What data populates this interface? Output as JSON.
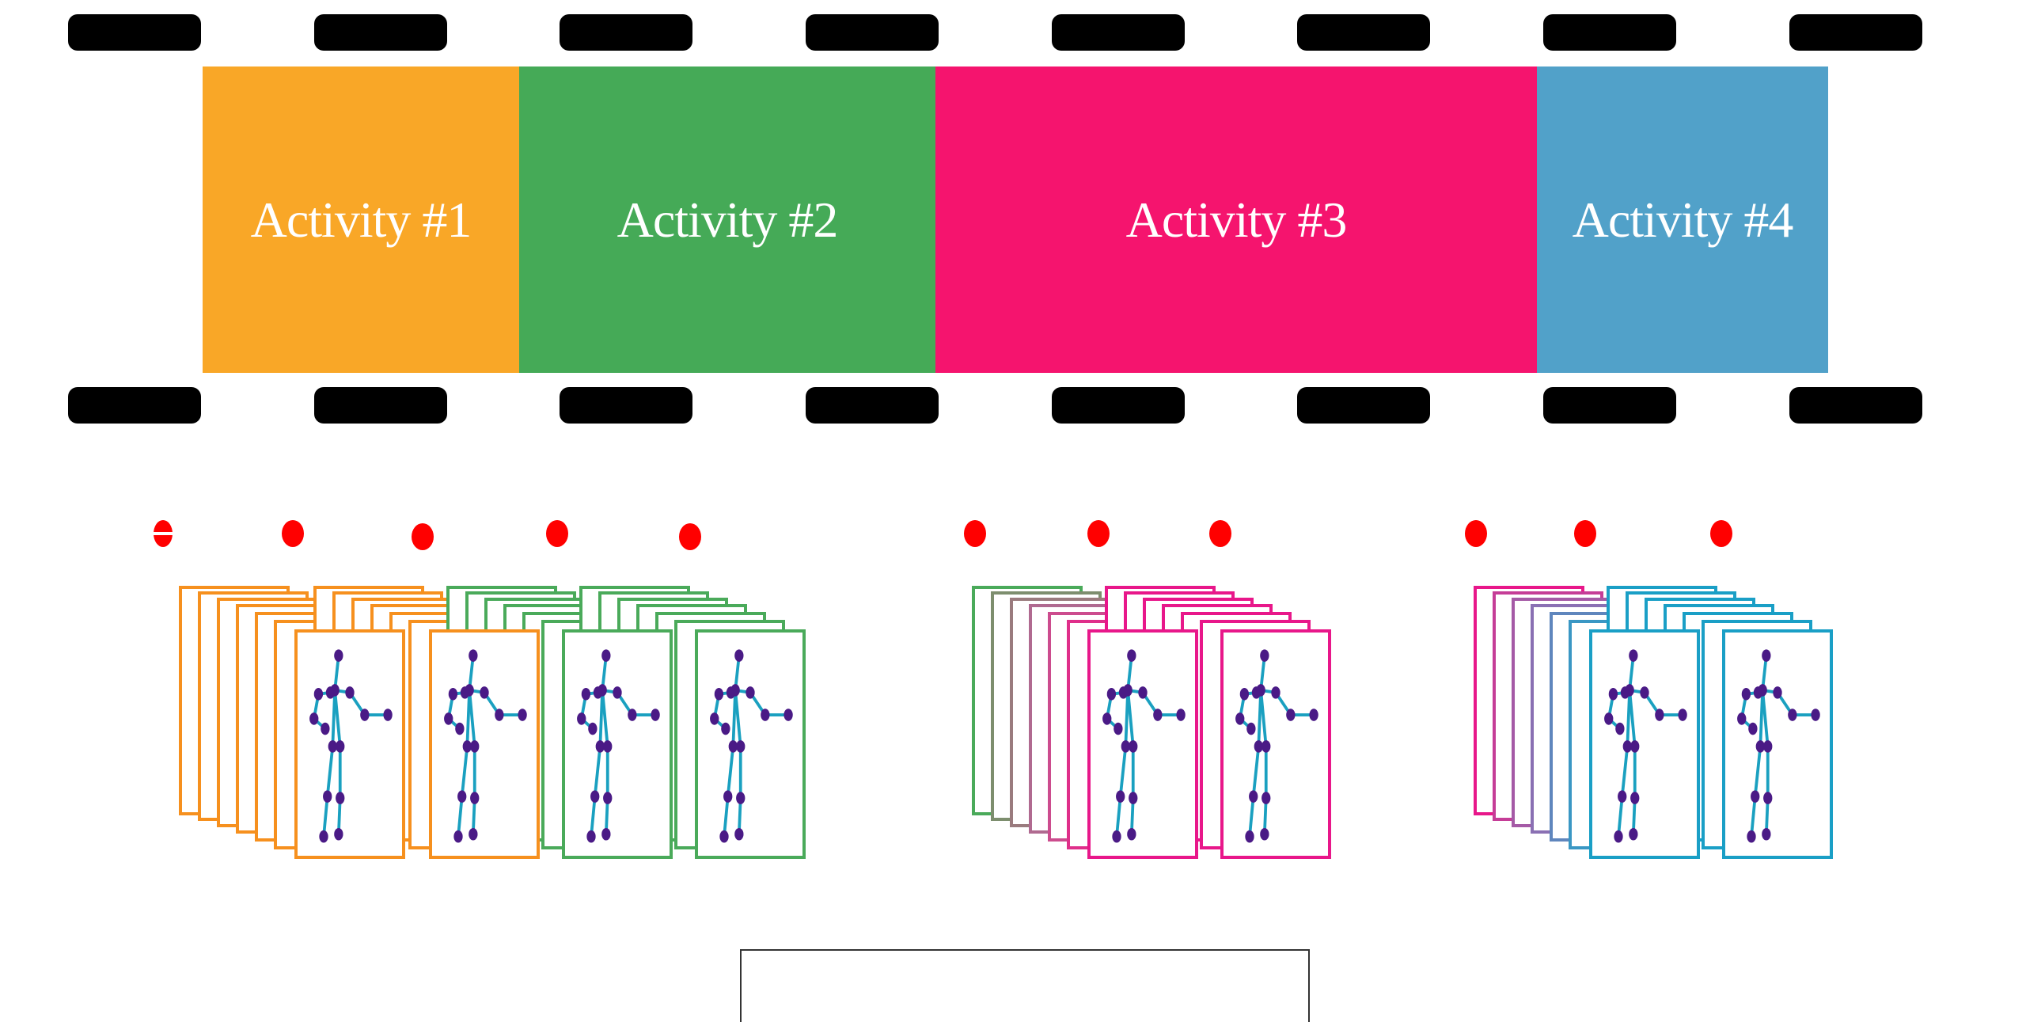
{
  "timeline": {
    "segments": [
      {
        "label": "Activity #1",
        "color": "#f9a727"
      },
      {
        "label": "Activity #2",
        "color": "#45aa57"
      },
      {
        "label": "Activity #3",
        "color": "#f5146e"
      },
      {
        "label": "Activity #4",
        "color": "#51a1c9"
      }
    ]
  },
  "colors": {
    "orange": "#f6901e",
    "green": "#4aaa5a",
    "pink": "#e8178a",
    "blue": "#1a9fc6",
    "skeleton_line": "#1aa0c0",
    "skeleton_joint": "#4a1a86",
    "marker": "#ff0000",
    "sprocket": "#000000"
  },
  "frame_groups": [
    {
      "id": "group-1",
      "colors": [
        "orange",
        "orange",
        "orange",
        "orange",
        "green",
        "green",
        "green",
        "green",
        "orange",
        "orange",
        "orange",
        "orange",
        "green",
        "green",
        "green",
        "green"
      ]
    },
    {
      "id": "group-2",
      "colors": [
        "green",
        "green",
        "pink",
        "pink",
        "pink",
        "pink",
        "pink",
        "pink"
      ]
    },
    {
      "id": "group-3",
      "colors": [
        "pink",
        "pink",
        "pink",
        "blue",
        "blue",
        "blue",
        "blue",
        "blue"
      ]
    }
  ],
  "caption": ""
}
